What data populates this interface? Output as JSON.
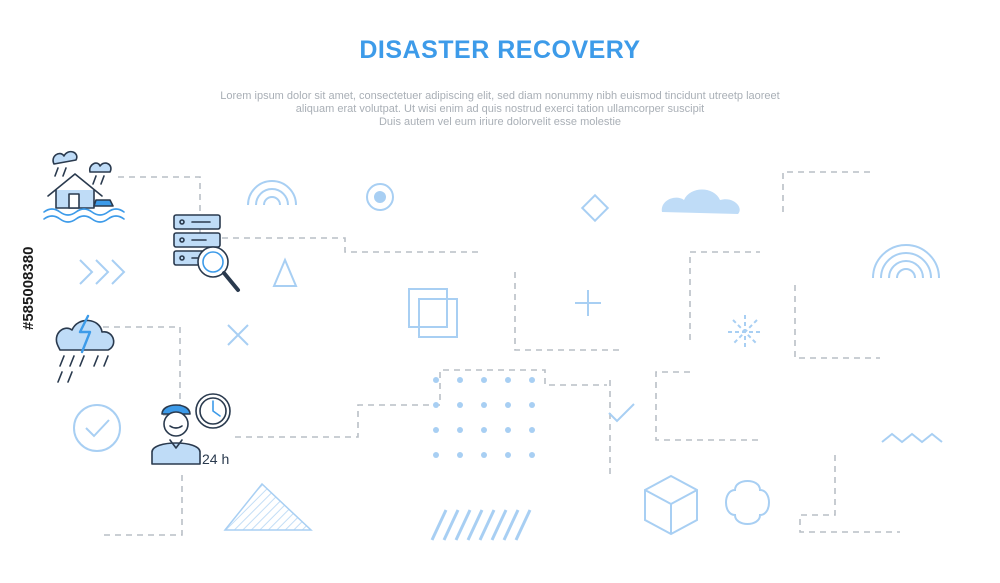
{
  "header": {
    "title": "DISASTER RECOVERY",
    "description_lines": [
      "Lorem ipsum dolor sit amet, consectetuer adipiscing elit, sed diam nonummy nibh euismod tincidunt utreetp laoreet",
      "aliquam erat volutpat. Ut wisi enim ad  quis nostrud exerci tation ullamcorper suscipit",
      "Duis autem vel eum iriure dolorvelit esse molestie"
    ]
  },
  "labels": {
    "support_hours": "24 h"
  },
  "watermark": {
    "stock_id": "#585008380"
  },
  "colors": {
    "accent": "#3d9be9",
    "light_fill": "#bfdcf7",
    "line": "#b9bfc6",
    "ink": "#2a3a4e"
  },
  "icons": [
    "flood-house-icon",
    "server-search-icon",
    "thunderstorm-icon",
    "support-agent-clock-icon",
    "server-hands-icon",
    "hurricane-house-icon",
    "gear-wrench-flowchart-icon",
    "earthquake-house-icon",
    "hard-drive-icon",
    "fire-truck-icon",
    "tsunami-house-icon",
    "forest-fire-icon",
    "alarm-panel-icon",
    "tornado-globe-icon",
    "checklist-icon"
  ]
}
